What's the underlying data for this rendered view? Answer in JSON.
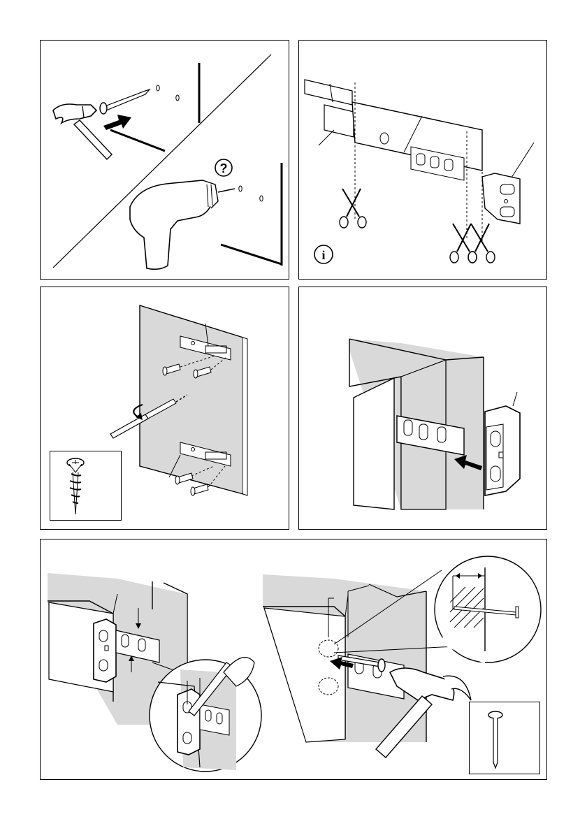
{
  "panels": [
    {
      "id": "step-1",
      "content": "hammer-nail-or-drill-holes",
      "question_mark_glyph": "?"
    },
    {
      "id": "step-2",
      "content": "cut-rail-to-size",
      "info_glyph": "i"
    },
    {
      "id": "step-3",
      "content": "screw-rails-to-door"
    },
    {
      "id": "step-4",
      "content": "slide-bracket-onto-rail"
    },
    {
      "id": "step-5",
      "content": "fix-bracket-with-nails"
    }
  ],
  "colors": {
    "line": "#000000",
    "panel_fill": "#d9d9d9",
    "background": "#ffffff"
  },
  "icons": [
    "hammer-icon",
    "nail-icon",
    "drill-icon",
    "question-mark-icon",
    "scissors-icon",
    "info-icon",
    "screwdriver-icon",
    "screw-icon",
    "arrow-icon",
    "magnifier-icon"
  ]
}
